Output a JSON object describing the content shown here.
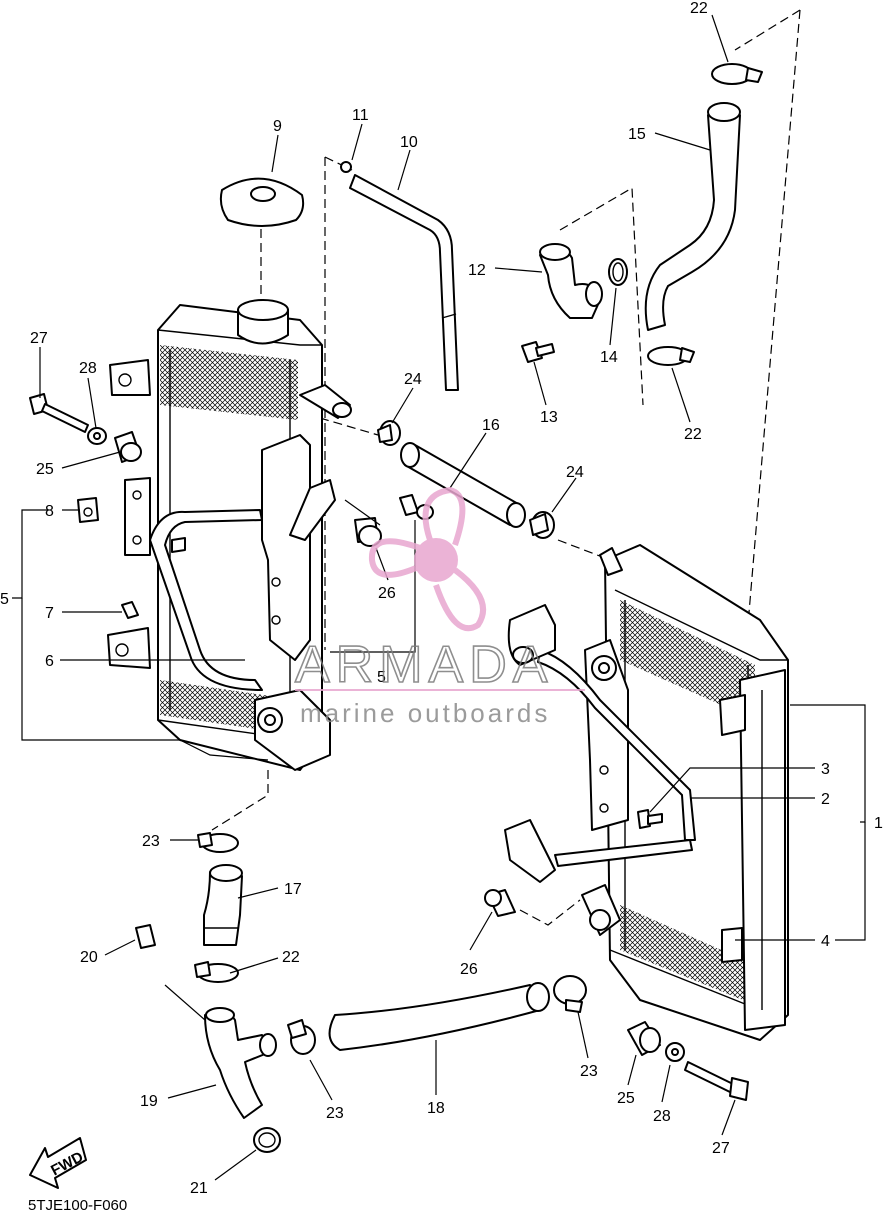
{
  "diagram_code": "5TJE100-F060",
  "fwd_label": "FWD",
  "watermark": {
    "brand": "ARMADA",
    "tagline": "marine outboards"
  },
  "colors": {
    "line": "#000000",
    "watermark_pink": "#e8a6cf",
    "watermark_gray": "#7b7b7b"
  },
  "callouts": [
    "22",
    "11",
    "10",
    "9",
    "15",
    "12",
    "14",
    "27",
    "28",
    "24",
    "16",
    "13",
    "22",
    "25",
    "24",
    "8",
    "5",
    "26",
    "7",
    "6",
    "5",
    "3",
    "2",
    "1",
    "23",
    "17",
    "4",
    "20",
    "22",
    "26",
    "19",
    "23",
    "18",
    "23",
    "25",
    "28",
    "27",
    "21"
  ]
}
